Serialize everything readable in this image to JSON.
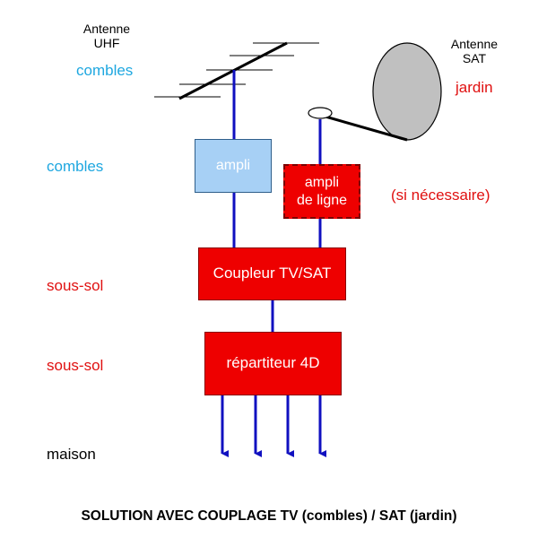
{
  "antenna_uhf": {
    "line1": "Antenne",
    "line2": "UHF",
    "location": "combles"
  },
  "antenna_sat": {
    "line1": "Antenne",
    "line2": "SAT",
    "location": "jardin"
  },
  "rows": {
    "amp_level": "combles",
    "coupler_level": "sous-sol",
    "splitter_level": "sous-sol",
    "house_level": "maison"
  },
  "boxes": {
    "ampli": "ampli",
    "line_amp_line1": "ampli",
    "line_amp_line2": "de ligne",
    "line_amp_note": "(si nécessaire)",
    "coupler": "Coupleur TV/SAT",
    "splitter": "répartiteur 4D"
  },
  "caption": "SOLUTION AVEC COUPLAGE TV (combles) / SAT (jardin)",
  "colors": {
    "wire": "#1010c0",
    "red_box": "#ee0000",
    "ampli_box": "#a7d0f5",
    "cyan_text": "#1ea7e0",
    "red_text": "#e01010",
    "dish": "#c0c0c0"
  },
  "outputs_count": 4
}
